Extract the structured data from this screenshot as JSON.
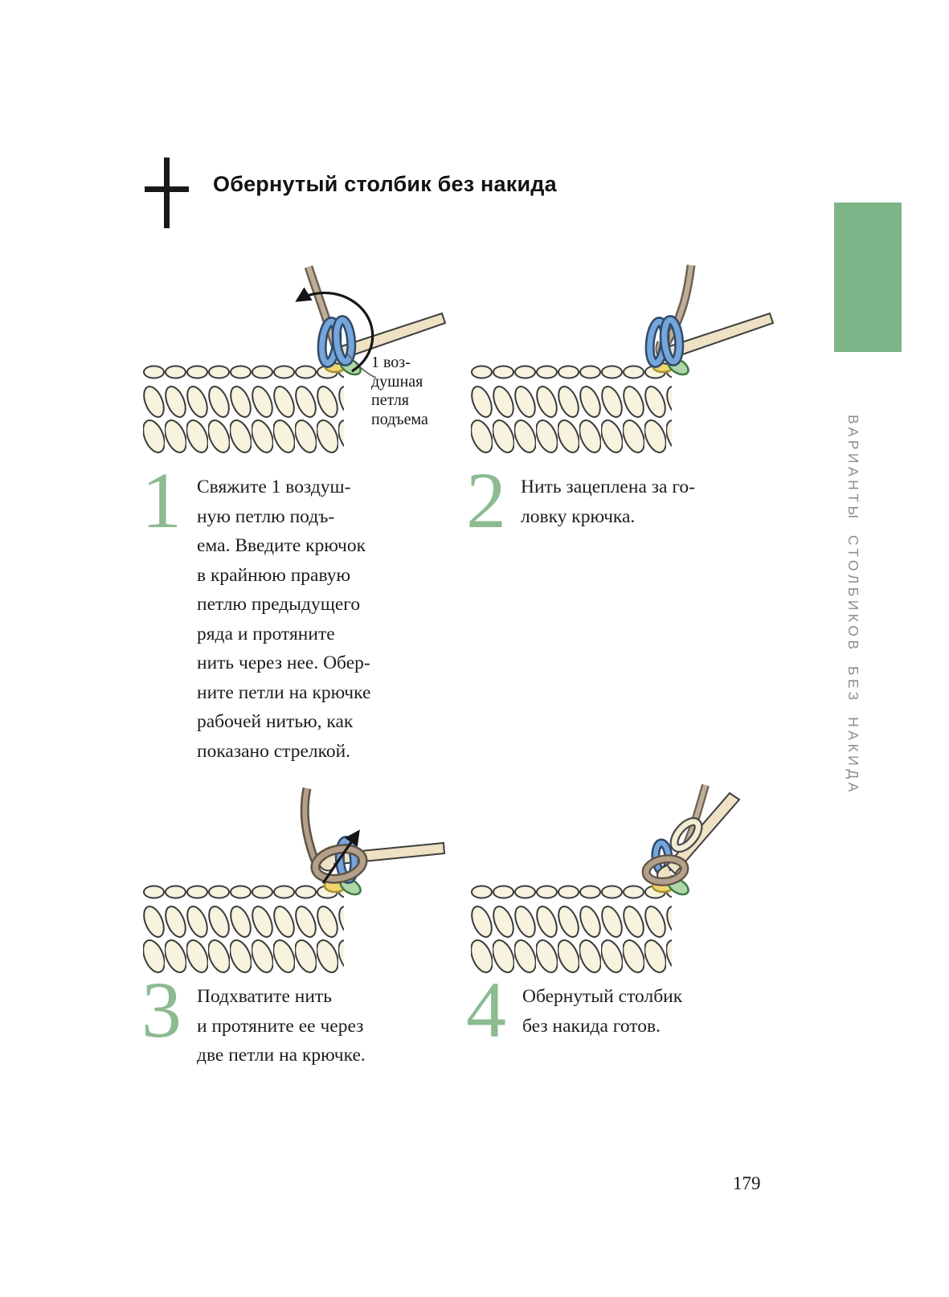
{
  "header": {
    "title": "Обернутый столбик без накида",
    "symbol_icon": "single-crochet-plus-symbol"
  },
  "sidebar": {
    "vertical_label": "ВАРИАНТЫ СТОЛБИКОВ БЕЗ НАКИДА"
  },
  "annotation": {
    "chain_label": "1 воз-\nдушная\nпетля\nподъема"
  },
  "steps": [
    {
      "number": "1",
      "text": "Свяжите 1 воздуш-\nную петлю подъ-\nема. Введите крючок\nв крайнюю правую\nпетлю предыдущего\nряда и протяните\nнить через нее. Обер-\nните петли на крючке\nрабочей нитью, как\nпоказано стрелкой."
    },
    {
      "number": "2",
      "text": "Нить зацеплена за го-\nловку крючка."
    },
    {
      "number": "3",
      "text": "Подхватите нить\nи протяните ее через\nдве петли на крючке."
    },
    {
      "number": "4",
      "text": "Обернутый столбик\nбез накида готов."
    }
  ],
  "footer": {
    "page_number": "179"
  },
  "colors": {
    "accent_green": "#7eb588",
    "number_green": "#8cbb92",
    "sidebar_gray": "#8d8d8d",
    "fabric_cream": "#f7f3df",
    "hook_tan": "#eee1c4",
    "loop_blue": "#76a5da",
    "loop_green": "#aed7a8",
    "loop_yellow": "#efd671",
    "yarn_brown": "#bfae97"
  }
}
